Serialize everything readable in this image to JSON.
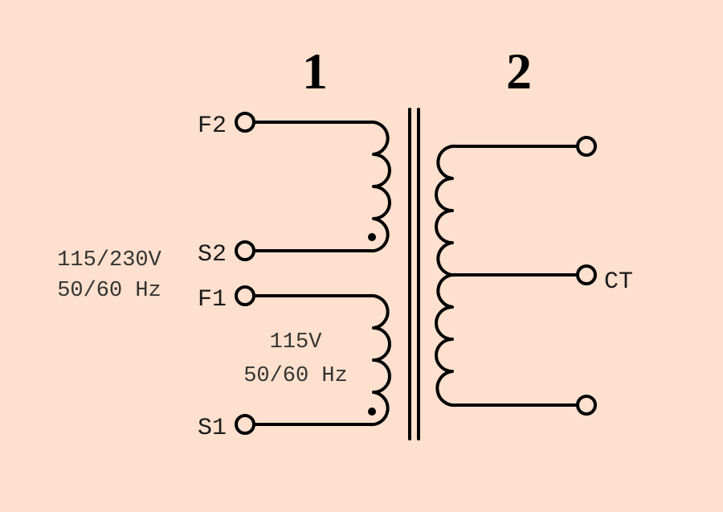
{
  "colors": {
    "background": "#fde0cd",
    "ink": "#000000"
  },
  "windings": {
    "primary_heading": "1",
    "secondary_heading": "2"
  },
  "terminals": {
    "f2": "F2",
    "s2": "S2",
    "f1": "F1",
    "s1": "S1",
    "ct": "CT"
  },
  "ratings": {
    "series_voltage": "115/230V",
    "series_frequency": "50/60 Hz",
    "coil_voltage": "115V",
    "coil_frequency": "50/60 Hz"
  }
}
